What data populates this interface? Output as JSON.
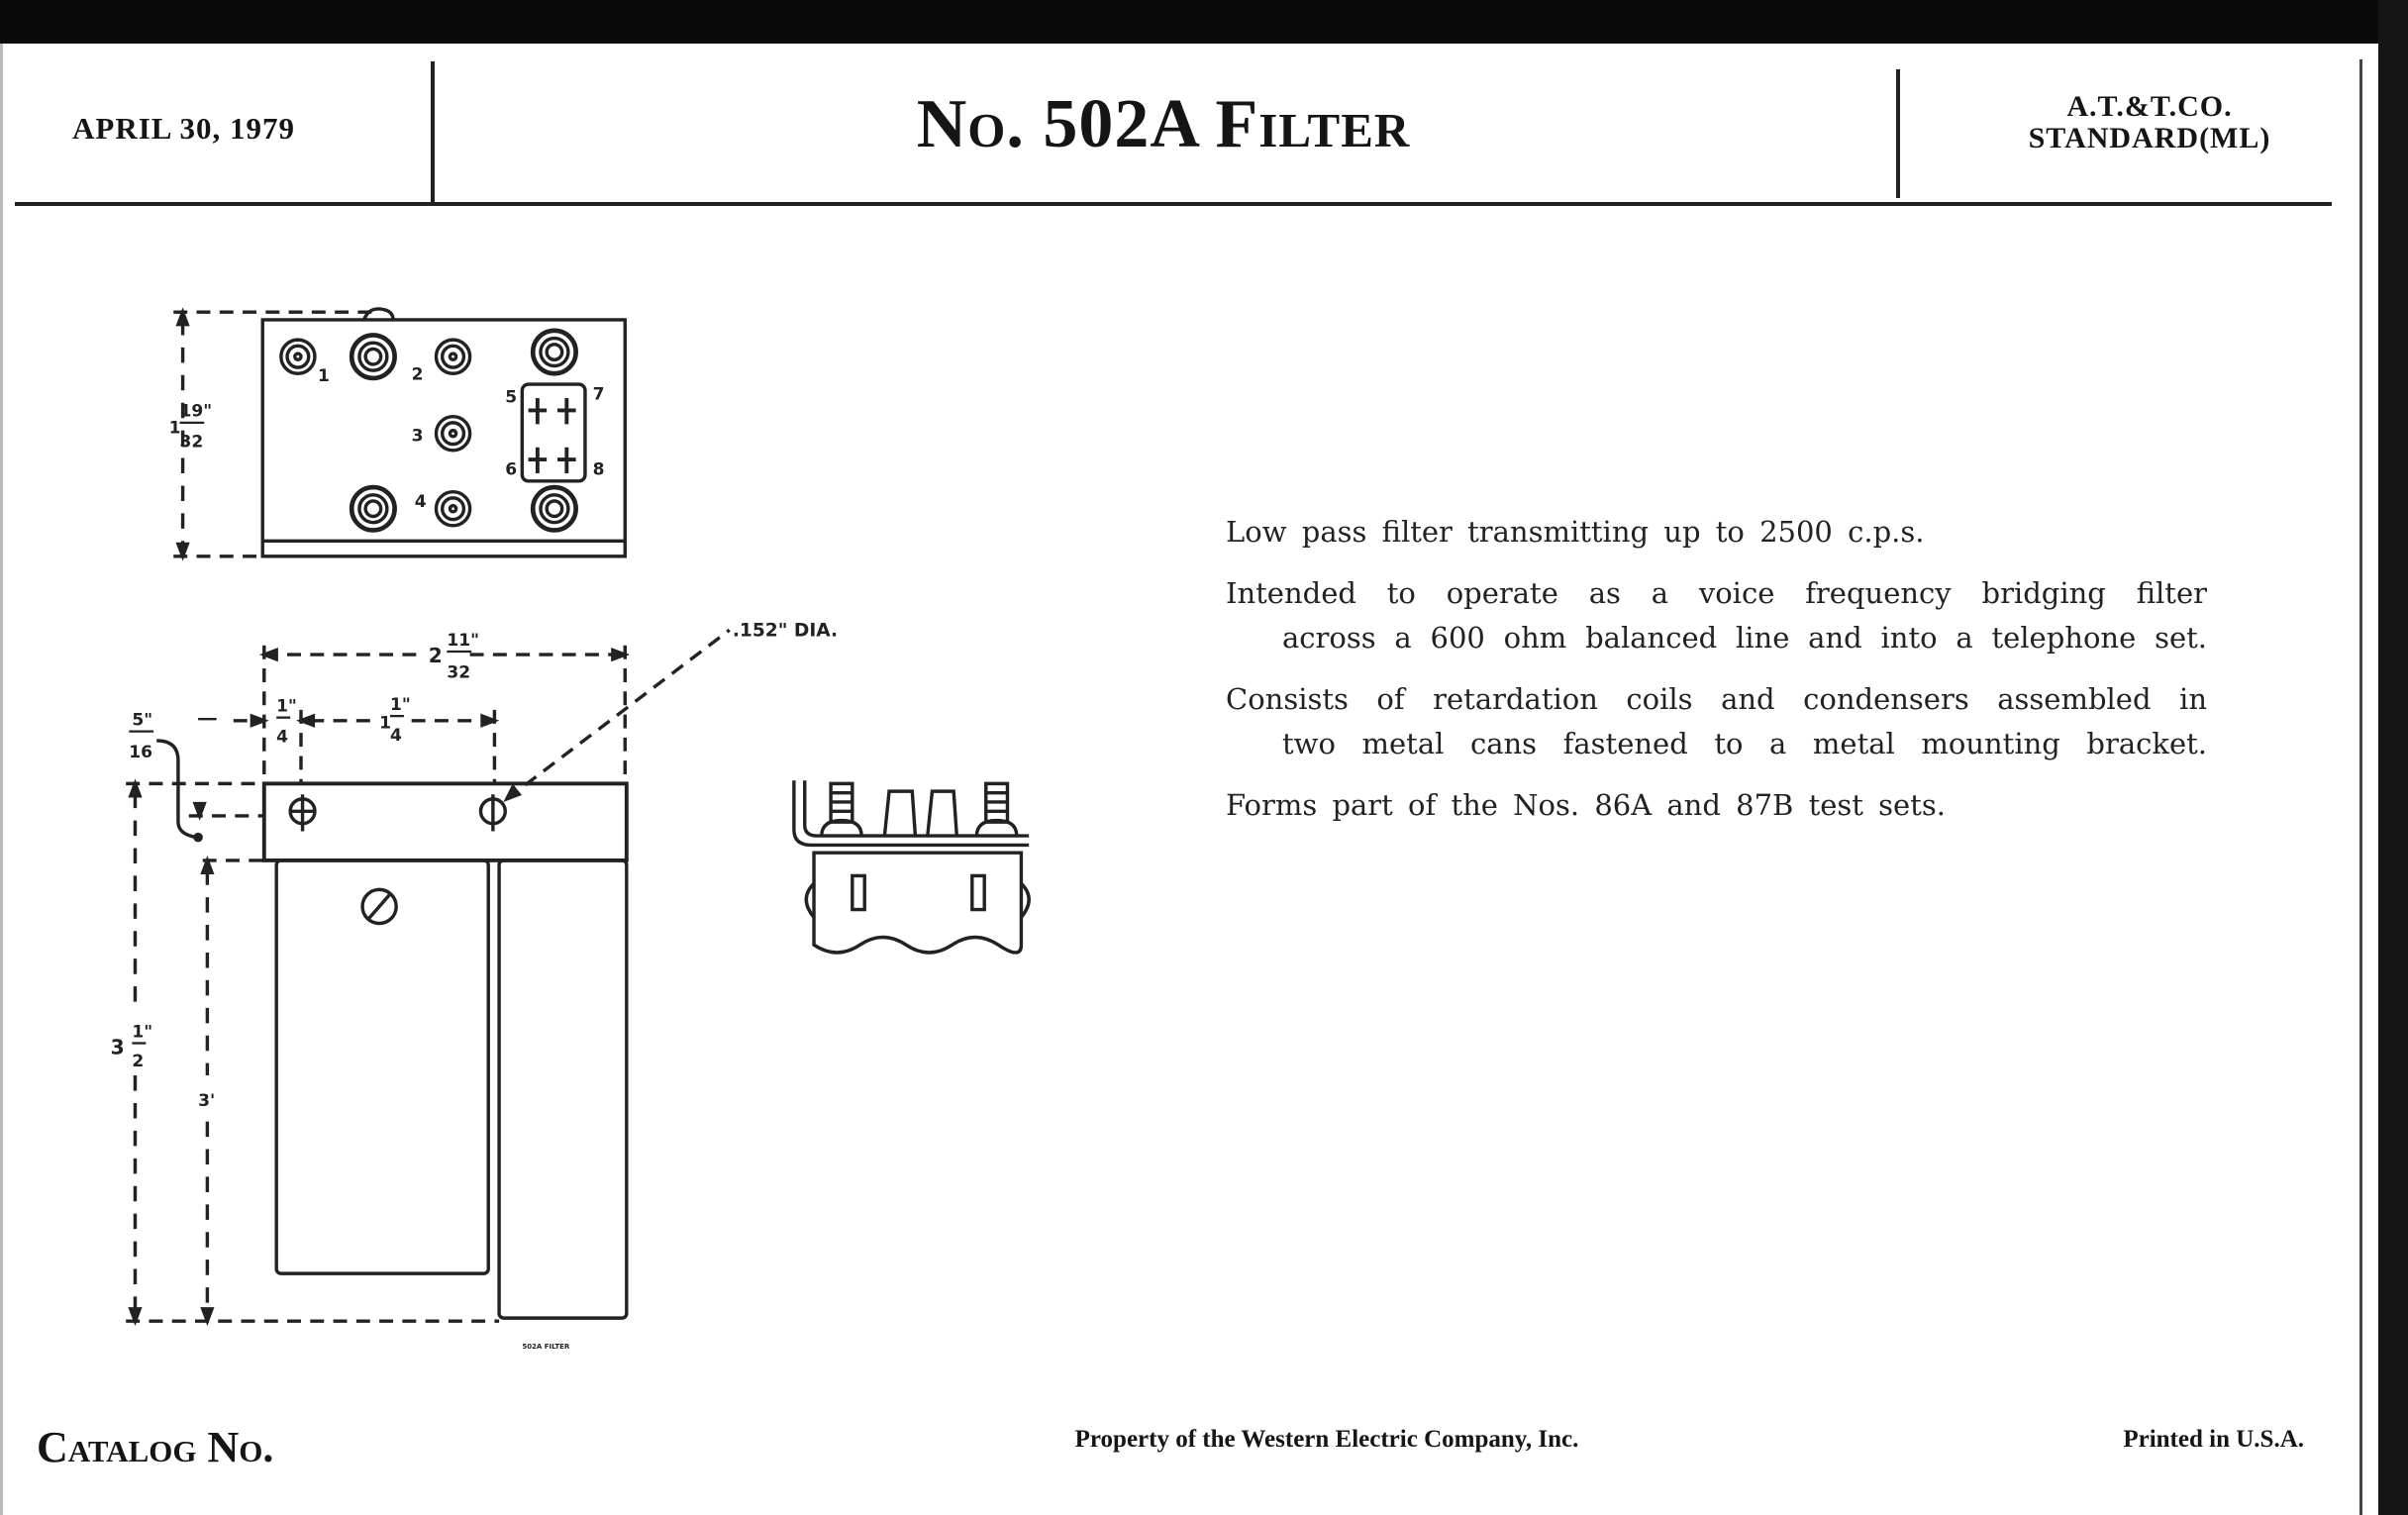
{
  "header": {
    "date": "APRIL 30, 1979",
    "title": "No. 502A Filter",
    "company_line1": "A.T.&T.CO.",
    "company_line2": "STANDARD(ML)"
  },
  "description": {
    "paragraphs": [
      {
        "lines": [
          "Low pass filter transmitting up to 2500 c.p.s."
        ]
      },
      {
        "lines": [
          "Intended to operate as a voice frequency bridging filter",
          "across a 600 ohm balanced line and into a telephone set."
        ]
      },
      {
        "lines": [
          "Consists of retardation coils and condensers assembled in",
          "two metal cans fastened to a metal mounting bracket."
        ]
      },
      {
        "lines": [
          "Forms part of the Nos. 86A and 87B test sets."
        ]
      }
    ]
  },
  "drawing": {
    "terminal_labels": [
      "1",
      "2",
      "3",
      "4",
      "5",
      "6",
      "7",
      "8"
    ],
    "dim_height_top": {
      "whole": "1",
      "num": "19\"",
      "den": "32"
    },
    "dim_width": {
      "whole": "2",
      "num": "11\"",
      "den": "32"
    },
    "dim_quarter": {
      "num": "1\"",
      "den": "4"
    },
    "dim_one_quarter": {
      "whole": "1",
      "num": "1\"",
      "den": "4"
    },
    "dim_five_sixteenths": {
      "num": "5\"",
      "den": "16"
    },
    "dim_total_height": {
      "whole": "3",
      "num": "1\"",
      "den": "2"
    },
    "dim_can_height": "3'",
    "hole_dia": ".152\" DIA.",
    "caption": "502A FILTER"
  },
  "footer": {
    "catalog": "Catalog No.",
    "property": "Property of the Western Electric Company, Inc.",
    "printed": "Printed in U.S.A."
  }
}
